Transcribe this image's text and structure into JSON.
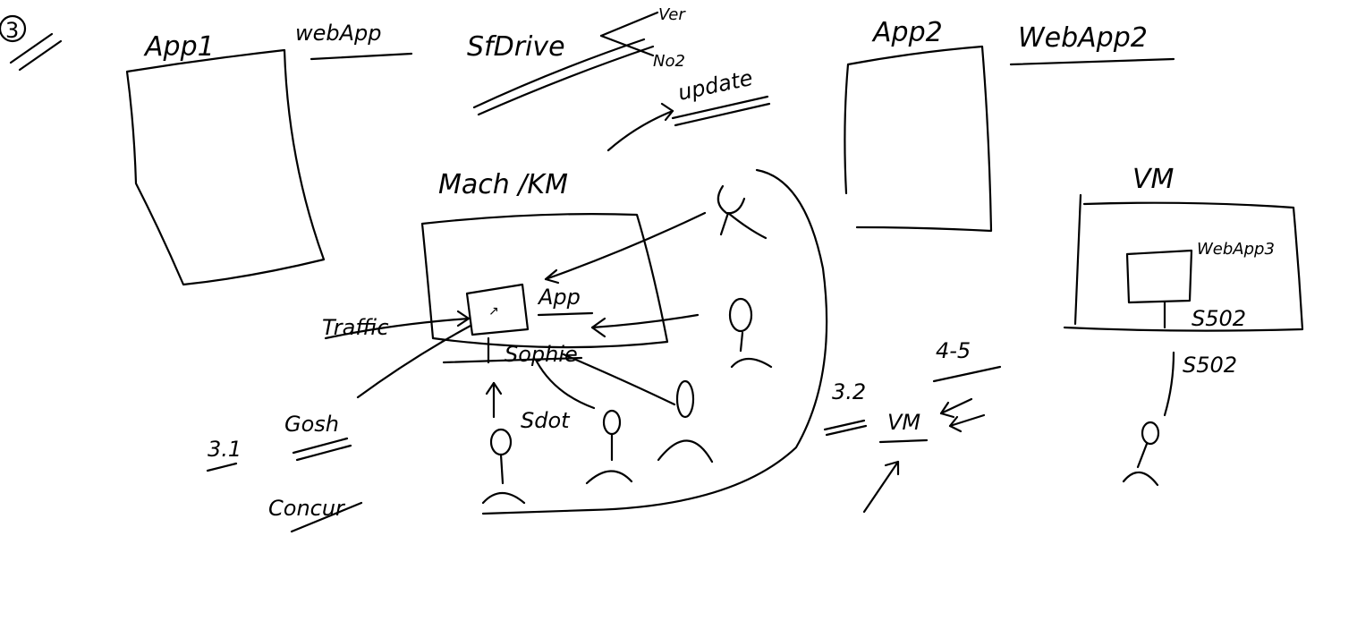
{
  "section_marker": "3",
  "labels": {
    "app1": "App1",
    "webapp1": "webApp",
    "sfdrive": "SfDrive",
    "ver": "Ver",
    "noz": "No2",
    "update": "update",
    "mach_km": "Mach /KM",
    "app_inner": "App",
    "sophie": "Sophie",
    "traffic": "Traffic",
    "gosh": "Gosh",
    "num_3_1": "3.1",
    "concur": "Concur",
    "sdot": "Sdot",
    "app2": "App2",
    "webapp2": "WebApp2",
    "vm_right": "VM",
    "webapp3": "WebApp3",
    "s502_inner": "S502",
    "s502_outer": "S502",
    "num_4_5": "4-5",
    "num_3_2": "3.2",
    "vm_mid": "VM"
  },
  "colors": {
    "ink": "#000000",
    "paper": "#ffffff"
  }
}
